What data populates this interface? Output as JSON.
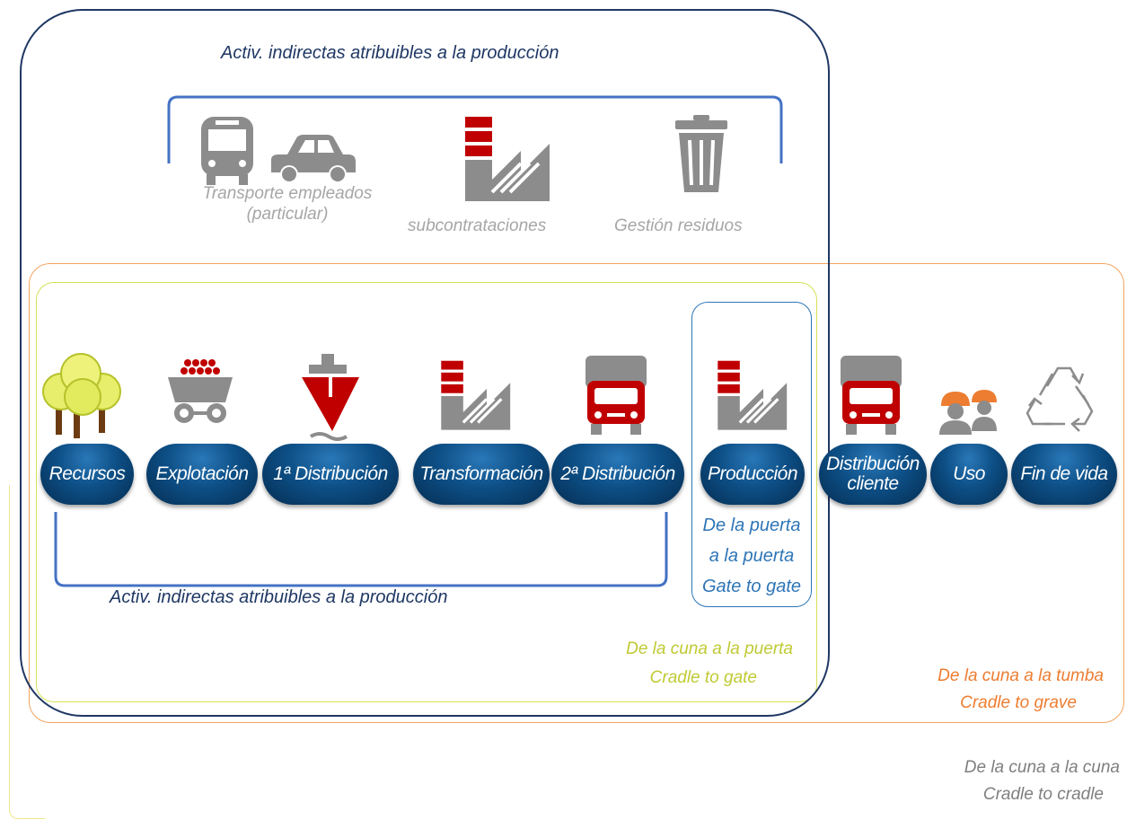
{
  "indirect_top": {
    "title": "Activ. indirectas atribuibles a la producción",
    "transport_line1": "Transporte empleados",
    "transport_line2": "(particular)",
    "subcontracting": "subcontrataciones",
    "waste": "Gestión residuos"
  },
  "indirect_bottom": {
    "title": "Activ. indirectas atribuibles a la producción"
  },
  "stages": [
    {
      "label": "Recursos",
      "icon": "tree-icon"
    },
    {
      "label": "Explotación",
      "icon": "mine-cart-icon"
    },
    {
      "label": "1ª Distribución",
      "icon": "ship-icon"
    },
    {
      "label": "Transformación",
      "icon": "factory-icon"
    },
    {
      "label": "2ª Distribución",
      "icon": "truck-icon"
    },
    {
      "label": "Producción",
      "icon": "factory-icon"
    },
    {
      "label_line1": "Distribución",
      "label_line2": "cliente",
      "icon": "truck-icon"
    },
    {
      "label": "Uso",
      "icon": "workers-icon"
    },
    {
      "label": "Fin de vida",
      "icon": "recycle-icon"
    }
  ],
  "scopes": {
    "gate_to_gate": {
      "line1": "De la puerta",
      "line2": "a la puerta",
      "line3": "Gate to gate"
    },
    "cradle_to_gate": {
      "line1": "De la cuna a la puerta",
      "line2": "Cradle to gate"
    },
    "cradle_to_grave": {
      "line1": "De la cuna a la tumba",
      "line2": "Cradle to grave"
    },
    "cradle_to_cradle": {
      "line1": "De la cuna a la cuna",
      "line2": "Cradle to cradle"
    }
  },
  "colors": {
    "navy_border": "#1f3864",
    "orange_border": "#f4a460",
    "yellow_border": "#d4e157",
    "blue_border": "#2e75b6",
    "bracket_blue": "#4472c4",
    "red_icon": "#c00000",
    "gray_icon": "#8c8c8c",
    "cradle_gate_text": "#c0ca33",
    "cradle_grave_text": "#ed7d31"
  }
}
